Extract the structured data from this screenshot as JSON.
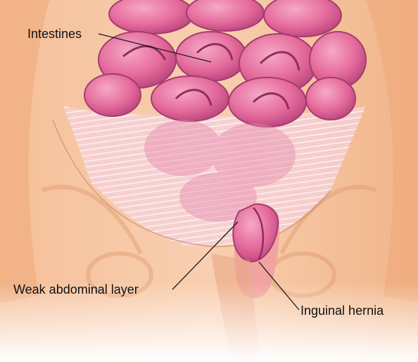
{
  "labels": {
    "intestines": "Intestines",
    "weak_layer": "Weak abdominal layer",
    "hernia": "Inguinal hernia"
  },
  "colors": {
    "skin": "#f2b58c",
    "skin_light": "#fbe2cc",
    "intestine": "#e86fa0",
    "intestine_dark": "#b83f78",
    "mesh": "#f3d4de",
    "leader_line": "#1a1a1a"
  }
}
